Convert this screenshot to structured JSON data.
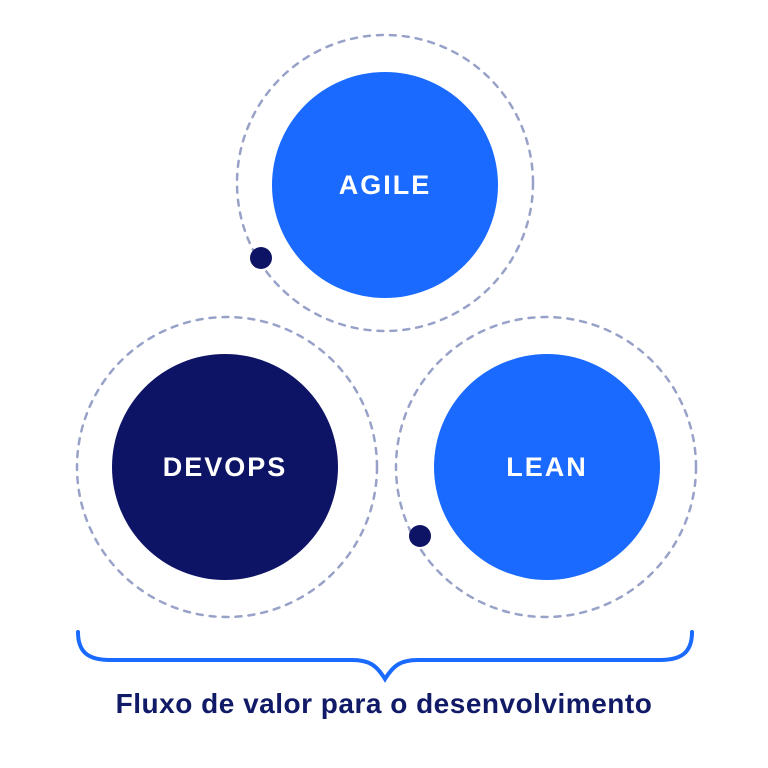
{
  "diagram": {
    "title": "DevOps / Agile / Lean value-flow diagram",
    "circles": [
      {
        "id": "agile",
        "label": "AGILE",
        "fill": "#1a6aff",
        "text_color": "#ffffff",
        "position": "top-center"
      },
      {
        "id": "devops",
        "label": "DEVOPS",
        "fill": "#0e1465",
        "text_color": "#ffffff",
        "position": "bottom-left"
      },
      {
        "id": "lean",
        "label": "LEAN",
        "fill": "#1a6aff",
        "text_color": "#ffffff",
        "position": "bottom-right"
      }
    ],
    "caption": "Fluxo de valor para o desenvolvimento",
    "colors": {
      "bright_blue": "#1a6aff",
      "navy": "#0e1465",
      "dashed_path": "#98a2c8",
      "brace": "#1a6aff",
      "caption_text": "#111a67",
      "dot": "#0e1465",
      "background": "#ffffff"
    },
    "decorations": {
      "dashed_loops": 3,
      "path_dots": 2,
      "brace": "under-brace spanning all three circles"
    }
  }
}
